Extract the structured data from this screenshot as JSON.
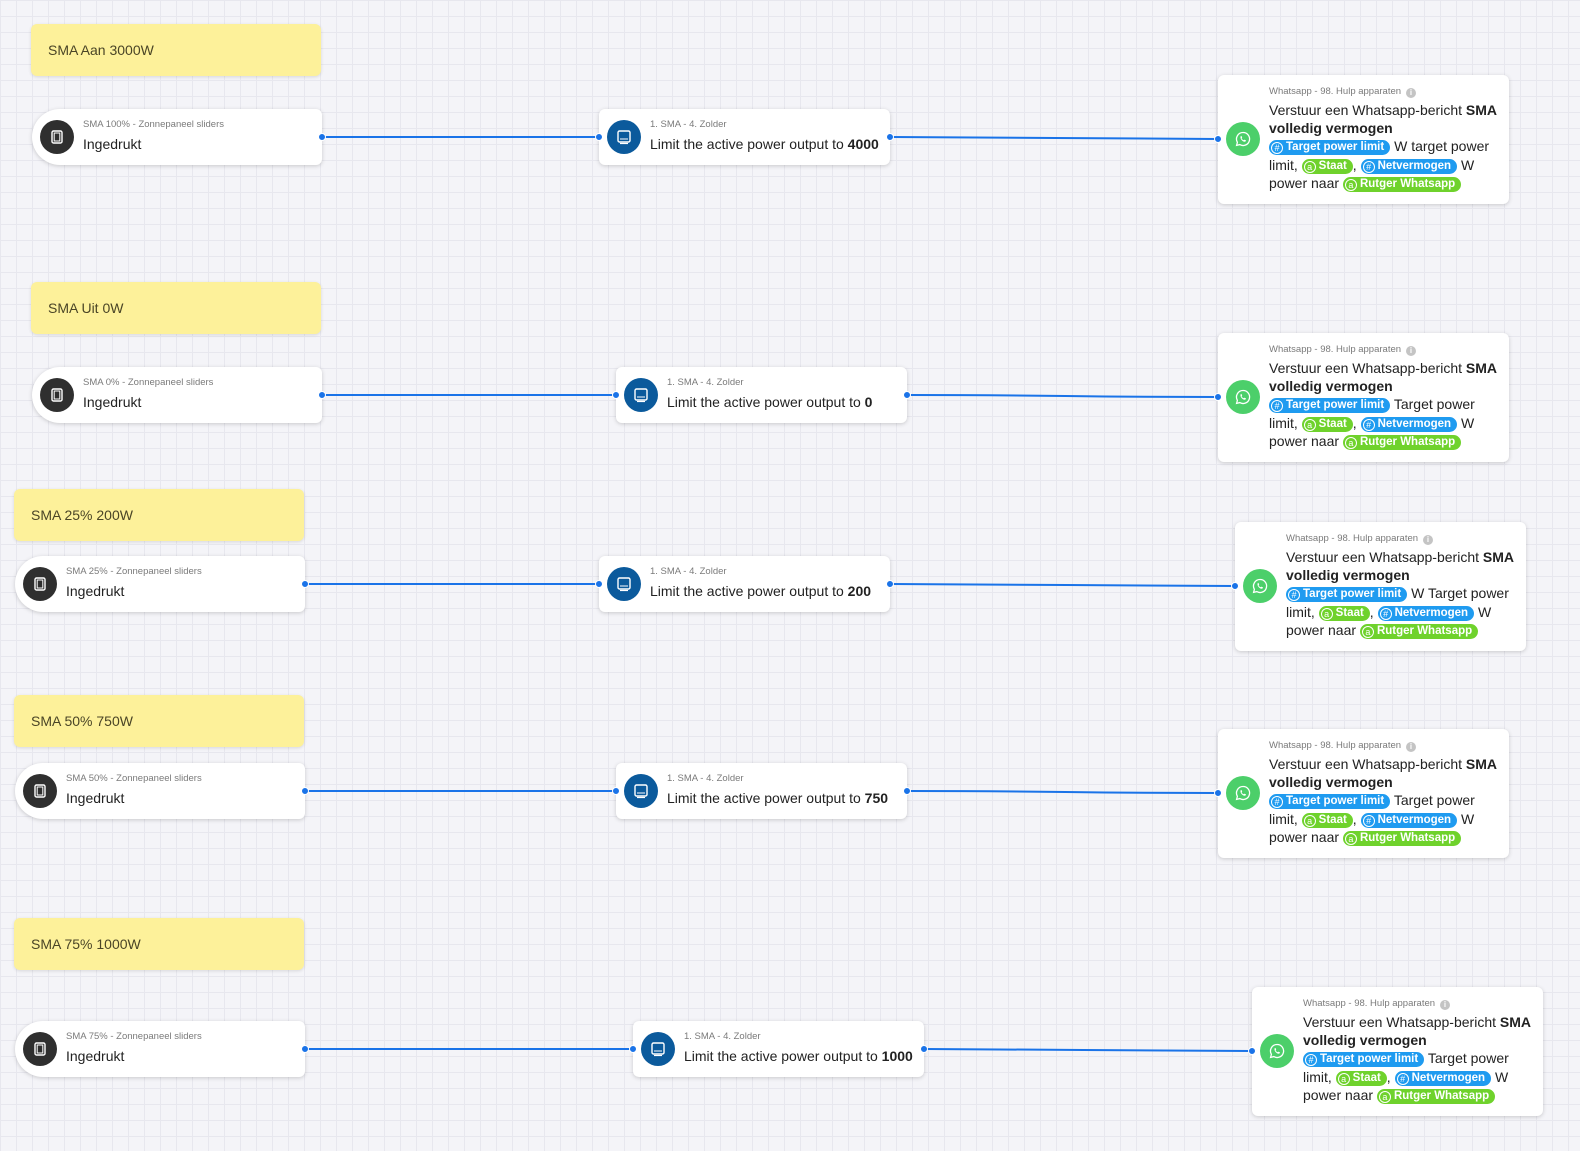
{
  "flows": [
    {
      "note": "SMA Aan 3000W",
      "trigger": {
        "device": "SMA 100% - Zonnepaneel sliders",
        "state": "Ingedrukt"
      },
      "action": {
        "device": "1. SMA - 4. Zolder",
        "text": "Limit the active power output to",
        "value": "4000"
      },
      "whatsapp": {
        "device": "Whatsapp - 98. Hulp apparaten",
        "text1": "Verstuur een Whatsapp-bericht",
        "msg_bold": "SMA volledig vermogen",
        "tag1": "Target power limit",
        "text2": "W target power limit,",
        "tag2": "Staat",
        "sep": ",",
        "tag3": "Netvermogen",
        "text3": "W power naar",
        "tag4": "Rutger Whatsapp"
      }
    },
    {
      "note": "SMA Uit 0W",
      "trigger": {
        "device": "SMA 0% - Zonnepaneel sliders",
        "state": "Ingedrukt"
      },
      "action": {
        "device": "1. SMA - 4. Zolder",
        "text": "Limit the active power output to",
        "value": "0"
      },
      "whatsapp": {
        "device": "Whatsapp - 98. Hulp apparaten",
        "text1": "Verstuur een Whatsapp-bericht",
        "msg_bold": "SMA volledig vermogen",
        "tag1": "Target power limit",
        "text2": "Target power limit,",
        "tag2": "Staat",
        "sep": ",",
        "tag3": "Netvermogen",
        "text3": "W power naar",
        "tag4": "Rutger Whatsapp"
      }
    },
    {
      "note": "SMA 25% 200W",
      "trigger": {
        "device": "SMA 25% - Zonnepaneel sliders",
        "state": "Ingedrukt"
      },
      "action": {
        "device": "1. SMA - 4. Zolder",
        "text": "Limit the active power output to",
        "value": "200"
      },
      "whatsapp": {
        "device": "Whatsapp - 98. Hulp apparaten",
        "text1": "Verstuur een Whatsapp-bericht",
        "msg_bold": "SMA volledig vermogen",
        "tag1": "Target power limit",
        "text2": "W Target power limit,",
        "tag2": "Staat",
        "sep": ",",
        "tag3": "Netvermogen",
        "text3": "W power naar",
        "tag4": "Rutger Whatsapp"
      }
    },
    {
      "note": "SMA 50% 750W",
      "trigger": {
        "device": "SMA 50% - Zonnepaneel sliders",
        "state": "Ingedrukt"
      },
      "action": {
        "device": "1. SMA - 4. Zolder",
        "text": "Limit the active power output to",
        "value": "750"
      },
      "whatsapp": {
        "device": "Whatsapp - 98. Hulp apparaten",
        "text1": "Verstuur een Whatsapp-bericht",
        "msg_bold": "SMA volledig vermogen",
        "tag1": "Target power limit",
        "text2": "Target power limit,",
        "tag2": "Staat",
        "sep": ",",
        "tag3": "Netvermogen",
        "text3": "W power naar",
        "tag4": "Rutger Whatsapp"
      }
    },
    {
      "note": "SMA 75% 1000W",
      "trigger": {
        "device": "SMA 75% - Zonnepaneel sliders",
        "state": "Ingedrukt"
      },
      "action": {
        "device": "1. SMA - 4. Zolder",
        "text": "Limit the active power output to",
        "value": "1000"
      },
      "whatsapp": {
        "device": "Whatsapp - 98. Hulp apparaten",
        "text1": "Verstuur een Whatsapp-bericht",
        "msg_bold": "SMA volledig vermogen",
        "tag1": "Target power limit",
        "text2": "Target power limit,",
        "tag2": "Staat",
        "sep": ",",
        "tag3": "Netvermogen",
        "text3": "W power naar",
        "tag4": "Rutger Whatsapp"
      }
    }
  ],
  "icons": {
    "trigger": "button-device-icon",
    "action": "inverter-icon",
    "whatsapp": "whatsapp-icon",
    "info": "info-icon"
  },
  "colors": {
    "note": "#fdf19a",
    "wire": "#1a73e8",
    "number_tag": "#1f9bf0",
    "entity_tag": "#6fd22c",
    "action_icon": "#0b5a9c",
    "whatsapp_icon": "#4ccf6a"
  }
}
